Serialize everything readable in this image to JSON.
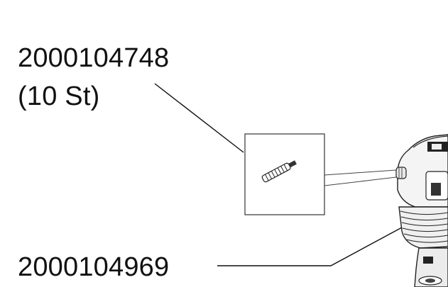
{
  "labels": {
    "part_top": "2000104748",
    "part_top_qty": "(10 St)",
    "part_bottom": "2000104969"
  },
  "colors": {
    "line": "#111111",
    "background": "#ffffff"
  }
}
